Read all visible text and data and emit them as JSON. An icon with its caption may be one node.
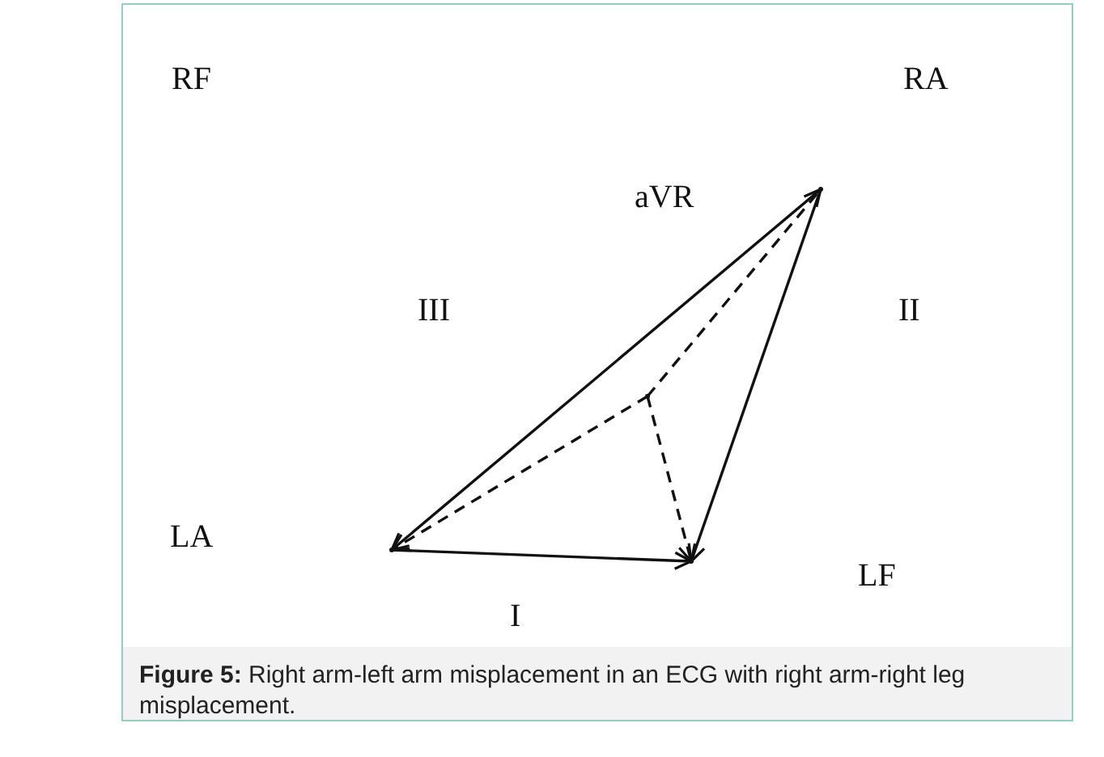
{
  "diagram": {
    "caption": "**Figure 5:** Right arm-left arm misplacement in an ECG with right arm-right leg misplacement.",
    "nodes": [
      {
        "text": [],
        "shape": "point"
      },
      {
        "text": [],
        "shape": "point"
      },
      {
        "text": [],
        "shape": "point"
      },
      {
        "text": [],
        "shape": "point"
      }
    ],
    "edges": [
      {
        "from": 0,
        "to": 1,
        "arrow": "to"
      },
      {
        "from": 0,
        "to": 2,
        "arrow": "to"
      },
      {
        "from": 1,
        "to": 2,
        "arrow": "to"
      },
      {
        "from": 3,
        "to": 0,
        "arrow": "to",
        "style": "dashed"
      },
      {
        "from": 3,
        "to": 1,
        "arrow": "to",
        "style": "dashed"
      },
      {
        "from": 3,
        "to": 2,
        "arrow": "to",
        "style": "dashed"
      }
    ],
    "labels": [
      "RF",
      "RA",
      "aVR",
      "III",
      "II",
      "LA",
      "LF",
      "I"
    ]
  }
}
